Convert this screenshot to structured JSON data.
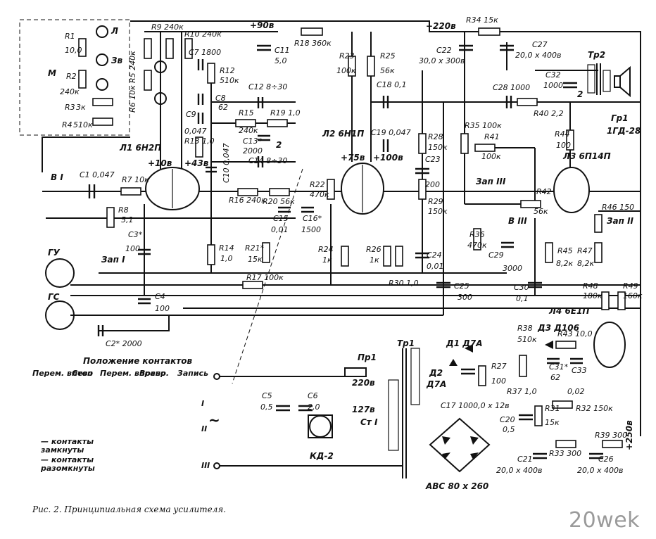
{
  "labels": {
    "r1": "R1",
    "r1v": "10,0",
    "r2": "R2",
    "r2v": "240к",
    "r3": "R3",
    "r3v": "3к",
    "r4": "R4",
    "r4v": "510к",
    "r5": "R5 240к",
    "r6": "R6 10к",
    "r7": "R7 10к",
    "r8": "R8",
    "r8v": "5,1",
    "r9": "R9 240к",
    "r10": "R10 240к",
    "r12": "R12",
    "r12v": "510к",
    "r13": "R13 1,0",
    "r14": "R14",
    "r14v": "1,0",
    "r15": "R15",
    "r15v": "240к",
    "r16": "R16 240к",
    "r17": "R17 100к",
    "r18": "R18 360к",
    "r19": "R19 1,0",
    "r20": "R20 56к",
    "r21": "R21*",
    "r21v": "15к",
    "r22": "R22",
    "r22v": "470к",
    "r23": "R23",
    "r23v": "100к",
    "r24": "R24",
    "r24v": "1к",
    "r25": "R25",
    "r25v": "56к",
    "r26": "R26",
    "r26v": "1к",
    "r27": "R27",
    "r27v": "100",
    "r28": "R28",
    "r28v": "150к",
    "r29": "R29",
    "r29v": "150к",
    "r30": "R30 1,0",
    "r31": "R31",
    "r31v": "15к",
    "r32": "R32 150к",
    "r33": "R33 300",
    "r34": "R34 15к",
    "r35": "R35 100к",
    "r36": "R36",
    "r36v": "470к",
    "r37": "R37 1,0",
    "r38": "R38",
    "r38v": "510к",
    "r39": "R39 300",
    "r40": "R40 2,2",
    "r41": "R41",
    "r41v": "100к",
    "r42": "R42",
    "r42v": "56к",
    "r43": "R43 10,0",
    "r44": "R44",
    "r44v": "100",
    "r45": "R45",
    "r45v": "8,2к",
    "r46": "R46 150",
    "r47": "R47",
    "r47v": "8,2к",
    "r48": "R48",
    "r48v": "180к",
    "r49": "R49",
    "r49v": "160к",
    "c1": "C1 0,047",
    "c2": "C2* 2000",
    "c3": "C3*",
    "c3v": "100",
    "c4": "C4",
    "c4v": "100",
    "c5": "C5",
    "c5v": "0,5",
    "c6": "C6",
    "c6v": "2,0",
    "c7": "C7 1800",
    "c8": "C8",
    "c8v": "62",
    "c9": "C9",
    "c9v": "0,047",
    "c10": "C10 0,047",
    "c11": "C11",
    "c11v": "5,0",
    "c12": "C12 8÷30",
    "c13": "C13*",
    "c13v": "2000",
    "c14": "C14 8÷30",
    "c15": "C15",
    "c15v": "0,01",
    "c16": "C16*",
    "c16v": "1500",
    "c17": "C17 1000,0 x 12в",
    "c18": "C18 0,1",
    "c19": "C19 0,047",
    "c20": "C20",
    "c20v": "0,5",
    "c21": "C21",
    "c21v": "20,0 x 400в",
    "c22": "C22",
    "c22v": "30,0 x 300в",
    "c23": "C23",
    "c23v": "200",
    "c24": "C24",
    "c24v": "0,01",
    "c25": "C25",
    "c25v": "300",
    "c26": "C26",
    "c26v": "20,0 x 400в",
    "c27": "C27",
    "c27v": "20,0 x 400в",
    "c28": "C28 1000",
    "c29": "C29",
    "c29v": "3000",
    "c30": "C30",
    "c30v": "0,1",
    "c31": "C31*",
    "c31v": "62",
    "c32": "C32",
    "c32v": "1000",
    "c33": "C33",
    "c33v": "0,02",
    "l1": "Л1 6Н2П",
    "l2": "Л2 6Н1П",
    "l3": "Л3 6П14П",
    "l4": "Л4 6Е1П",
    "tr1": "Тр1",
    "tr2": "Тр2",
    "gr1": "Гр1",
    "gr1v": "1ГД-28",
    "d1": "Д1 Д7А",
    "d2": "Д2",
    "d2v": "Д7А",
    "d3": "Д3 Д106",
    "pr1": "Пр1",
    "st1": "Ст I",
    "kd2": "КД-2",
    "avs": "АВС 80 x 260",
    "v1": "В I",
    "v2": "2",
    "v3": "В III",
    "zap1": "Зап I",
    "zap2": "Зап II",
    "zap3": "Зап III",
    "gu": "ГУ",
    "gs": "ГС",
    "m": "М",
    "lamp_l": "Л",
    "lamp_zv": "Зв",
    "v90": "+90в",
    "v220": "+220в",
    "v250": "+250в",
    "v75": "+75в",
    "v100": "+100в",
    "v43": "+43в",
    "v10": "+10в",
    "v220ac": "220в",
    "v127ac": "127в",
    "tilde": "~"
  },
  "legend": {
    "title": "Положение контактов",
    "headers": [
      "Перем. влево",
      "Стоп",
      "Перем. вправо",
      "Воспр.",
      "Запись"
    ],
    "rows": [
      "I",
      "II",
      "III"
    ],
    "closed": "— контакты замкнуты",
    "open": "— контакты разомкнуты"
  },
  "caption": "Рис. 2. Принципиальная схема усилителя.",
  "watermark": "20wek"
}
